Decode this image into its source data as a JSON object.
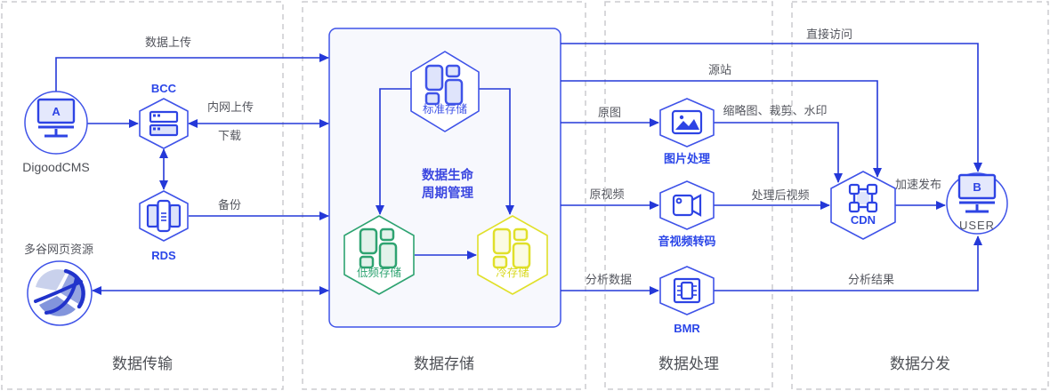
{
  "diagram": {
    "sections": [
      {
        "id": "transmission",
        "label": "数据传输"
      },
      {
        "id": "storage",
        "label": "数据存储"
      },
      {
        "id": "processing",
        "label": "数据处理"
      },
      {
        "id": "distribution",
        "label": "数据分发"
      }
    ],
    "nodes": {
      "digoodcms": {
        "label": "DigoodCMS",
        "screen_letter": "A"
      },
      "bcc": {
        "label": "BCC"
      },
      "rds": {
        "label": "RDS"
      },
      "web_resource": {
        "label": "多谷网页资源"
      },
      "standard_storage": {
        "label": "标准存储"
      },
      "lifecycle": {
        "line1": "数据生命",
        "line2": "周期管理"
      },
      "infrequent_storage": {
        "label": "低频存储"
      },
      "cold_storage": {
        "label": "冷存储"
      },
      "image_processing": {
        "label": "图片处理"
      },
      "av_transcoding": {
        "label": "音视频转码"
      },
      "bmr": {
        "label": "BMR"
      },
      "cdn": {
        "label": "CDN"
      },
      "user": {
        "label": "USER",
        "screen_letter": "B"
      }
    },
    "edge_labels": {
      "data_upload": "数据上传",
      "intranet_upload": "内网上传",
      "download": "下载",
      "backup": "备份",
      "direct_access": "直接访问",
      "origin_site": "源站",
      "original_image": "原图",
      "thumb_crop_watermark": "缩略图、裁剪、水印",
      "original_video": "原视频",
      "processed_video": "处理后视频",
      "analysis_data": "分析数据",
      "analysis_result": "分析结果",
      "accelerated_publish": "加速发布"
    },
    "colors": {
      "line_blue": "#2438d8",
      "node_border_blue": "#3f53e8",
      "label_blue": "#2b46e8",
      "green": "#2ea371",
      "yellow": "#e0e02a",
      "icon_fill": "#dfe4fb",
      "storage_box_fill": "#f7f8fd",
      "gray_text": "#54565e"
    }
  }
}
